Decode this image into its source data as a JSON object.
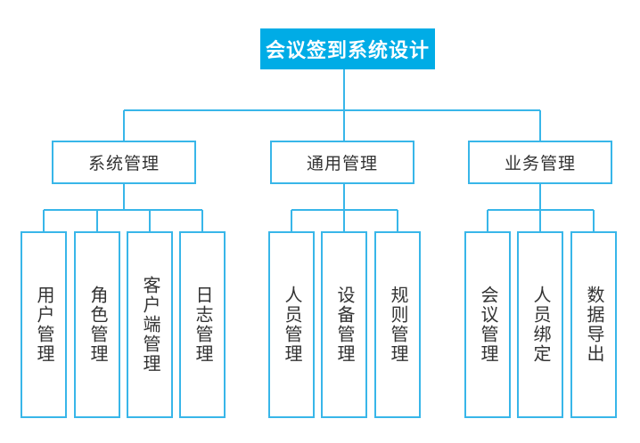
{
  "diagram": {
    "root": {
      "label": "会议签到系统设计"
    },
    "branches": [
      {
        "label": "系统管理",
        "children": [
          {
            "label": "用户管理"
          },
          {
            "label": "角色管理"
          },
          {
            "label": "客户端管理"
          },
          {
            "label": "日志管理"
          }
        ]
      },
      {
        "label": "通用管理",
        "children": [
          {
            "label": "人员管理"
          },
          {
            "label": "设备管理"
          },
          {
            "label": "规则管理"
          }
        ]
      },
      {
        "label": "业务管理",
        "children": [
          {
            "label": "会议管理"
          },
          {
            "label": "人员绑定"
          },
          {
            "label": "数据导出"
          }
        ]
      }
    ],
    "colors": {
      "accent": "#00ACE6",
      "line": "#38B6E9",
      "text": "#333333",
      "root_text": "#ffffff",
      "background": "#ffffff"
    }
  }
}
